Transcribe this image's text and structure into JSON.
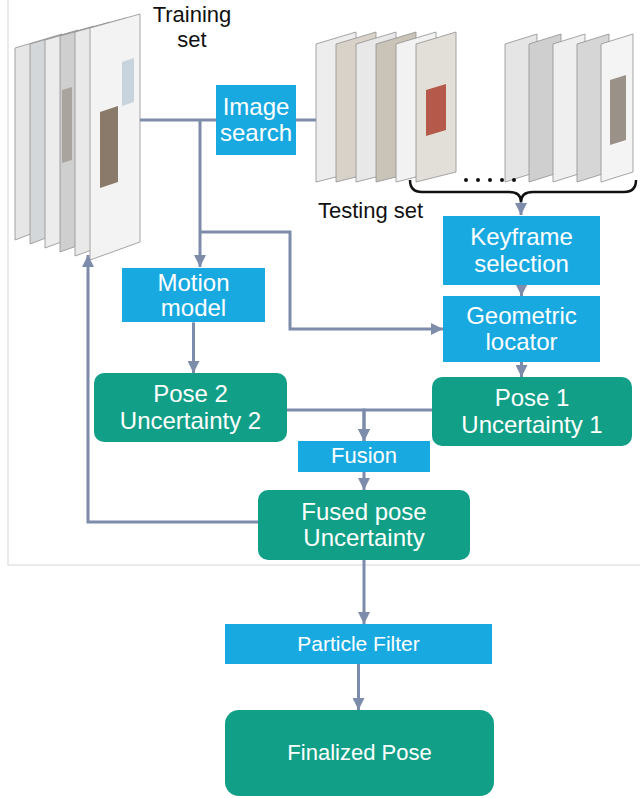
{
  "diagram": {
    "nodes": [
      {
        "text": [
          "Image search"
        ]
      },
      {
        "text": [
          "Keyframe selection"
        ]
      },
      {
        "text": [
          "Motion model"
        ]
      },
      {
        "text": [
          "Geometric locator"
        ]
      },
      {
        "text": [
          "Pose 2 Uncertainty 2"
        ]
      },
      {
        "text": [
          "Pose 1 Uncertainty 1"
        ]
      },
      {
        "text": [
          "Fusion"
        ]
      },
      {
        "text": [
          "Fused pose Uncertainty"
        ]
      },
      {
        "text": [
          "Particle Filter"
        ]
      },
      {
        "text": [
          "Finalized Pose"
        ]
      }
    ],
    "edges": [
      {
        "from": 1,
        "to": 3,
        "arrow": "to"
      },
      {
        "from": 2,
        "to": 4,
        "arrow": "to"
      },
      {
        "from": 3,
        "to": 5,
        "arrow": "to"
      },
      {
        "from": 4,
        "to": 6,
        "arrow": "to"
      },
      {
        "from": 5,
        "to": 6,
        "arrow": "to"
      },
      {
        "from": 6,
        "to": 7,
        "arrow": "to"
      },
      {
        "from": 7,
        "to": 8,
        "arrow": "to"
      },
      {
        "from": 8,
        "to": 9,
        "arrow": "to"
      }
    ],
    "labels": [
      "Training set",
      "Testing set"
    ]
  }
}
